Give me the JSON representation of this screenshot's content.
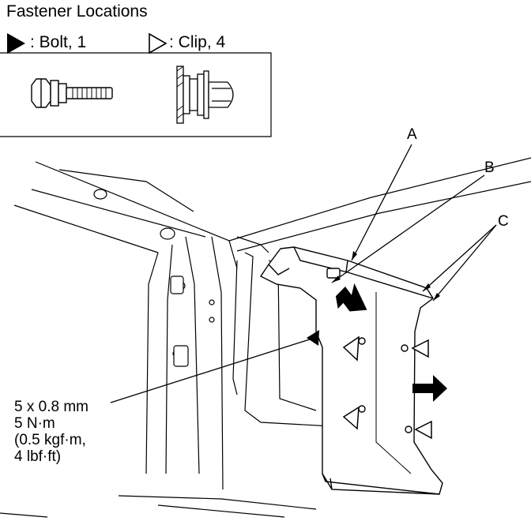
{
  "title": "Fastener Locations",
  "legend": {
    "bolt": {
      "label": ": Bolt, 1",
      "icon": "filled-triangle-icon"
    },
    "clip": {
      "label": ": Clip, 4",
      "icon": "outline-triangle-icon"
    }
  },
  "callouts": {
    "a": "A",
    "b": "B",
    "c": "C"
  },
  "torque_spec": {
    "line1": "5 x 0.8 mm",
    "line2": "5 N·m",
    "line3": "(0.5 kgf·m,",
    "line4": "4 lbf·ft)"
  }
}
